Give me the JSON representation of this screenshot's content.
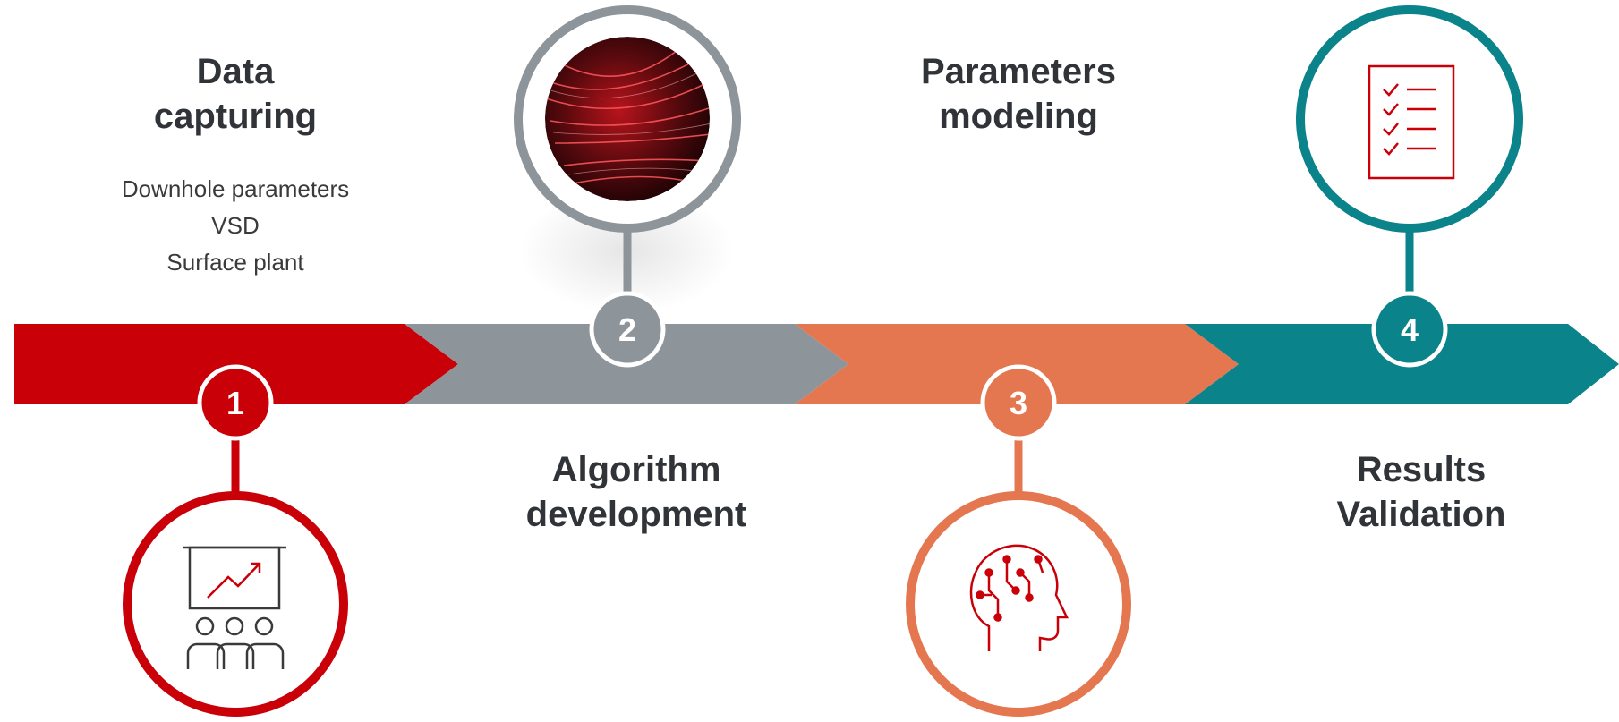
{
  "steps": [
    {
      "number": "1",
      "title_line1": "Data",
      "title_line2": "capturing",
      "details": [
        "Downhole parameters",
        "VSD",
        "Surface plant"
      ],
      "icon": "presentation-chart-icon",
      "color": "#c90008"
    },
    {
      "number": "2",
      "title_line1": "Algorithm",
      "title_line2": "development",
      "icon": "digital-data-image",
      "color": "#8d959b"
    },
    {
      "number": "3",
      "title_line1": "Parameters",
      "title_line2": "modeling",
      "icon": "ai-brain-icon",
      "color": "#e57750"
    },
    {
      "number": "4",
      "title_line1": "Results",
      "title_line2": "Validation",
      "icon": "checklist-icon",
      "color": "#0a838a"
    }
  ]
}
